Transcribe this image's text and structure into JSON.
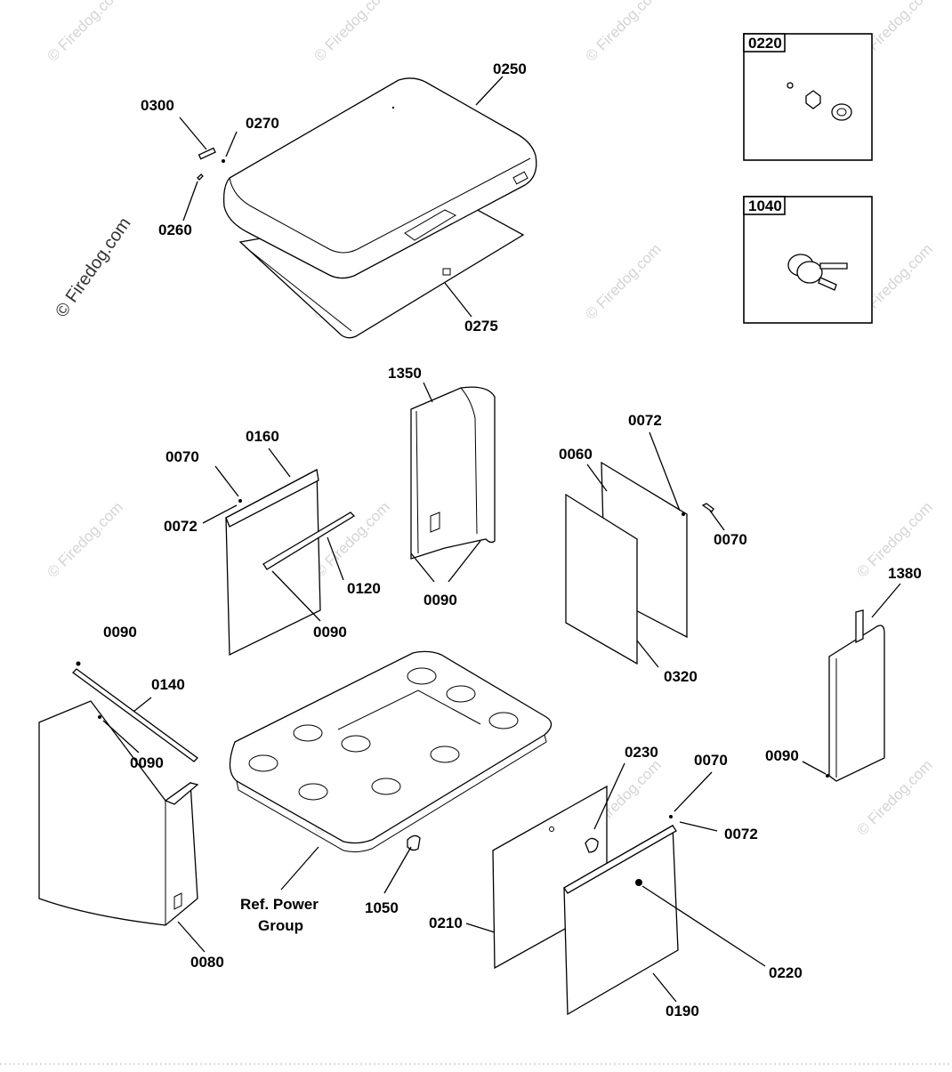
{
  "watermark": {
    "text": "© Firedog.com",
    "color": "#d4d4d4"
  },
  "caption": {
    "line1": "Ref. Power",
    "line2": "Group"
  },
  "inset_labels": {
    "lock": "0220",
    "keys": "1040"
  },
  "part_labels": {
    "p0250": "0250",
    "p0300": "0300",
    "p0270": "0270",
    "p0260": "0260",
    "p0275": "0275",
    "p1350": "1350",
    "p0160": "0160",
    "p0070a": "0070",
    "p0072a": "0072",
    "p0120": "0120",
    "p0090a": "0090",
    "p0090b": "0090",
    "p0060": "0060",
    "p0072b": "0072",
    "p0070b": "0070",
    "p0320": "0320",
    "p1380": "1380",
    "p0090c": "0090",
    "p0090d": "0090",
    "p0140": "0140",
    "p0090e": "0090",
    "p0080": "0080",
    "p1050": "1050",
    "p0230": "0230",
    "p0070c": "0070",
    "p0072c": "0072",
    "p0210": "0210",
    "p0220": "0220",
    "p0190": "0190"
  }
}
